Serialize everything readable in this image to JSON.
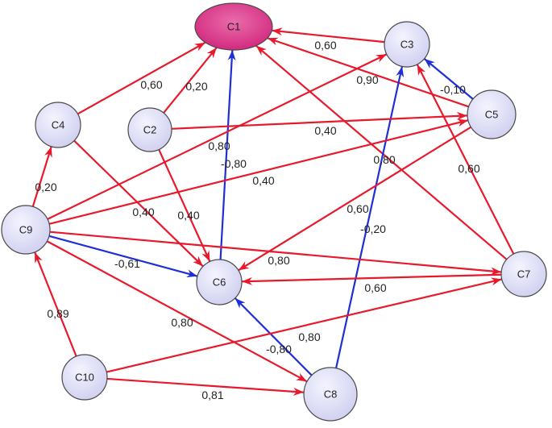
{
  "colors": {
    "positive_edge": "#e8192c",
    "negative_edge": "#1f2fd6",
    "node_fill": "#dcdcf4",
    "node_stroke": "#4a4a4a",
    "highlight_fill": "#e03d8f",
    "highlight_stroke": "#4a4a4a"
  },
  "nodes": [
    {
      "id": "C1",
      "label": "C1",
      "shape": "ellipse",
      "highlight": true
    },
    {
      "id": "C2",
      "label": "C2",
      "shape": "circle"
    },
    {
      "id": "C3",
      "label": "C3",
      "shape": "circle"
    },
    {
      "id": "C4",
      "label": "C4",
      "shape": "circle"
    },
    {
      "id": "C5",
      "label": "C5",
      "shape": "circle"
    },
    {
      "id": "C6",
      "label": "C6",
      "shape": "circle"
    },
    {
      "id": "C7",
      "label": "C7",
      "shape": "circle"
    },
    {
      "id": "C8",
      "label": "C8",
      "shape": "circle"
    },
    {
      "id": "C9",
      "label": "C9",
      "shape": "circle"
    },
    {
      "id": "C10",
      "label": "C10",
      "shape": "circle"
    }
  ],
  "edges": [
    {
      "from": "C4",
      "to": "C1",
      "weight": "0,60",
      "sign": "positive"
    },
    {
      "from": "C2",
      "to": "C1",
      "weight": "0,20",
      "sign": "positive"
    },
    {
      "from": "C6",
      "to": "C1",
      "weight": "-0,80",
      "sign": "negative"
    },
    {
      "from": "C3",
      "to": "C1",
      "weight": "0,60",
      "sign": "positive"
    },
    {
      "from": "C5",
      "to": "C1",
      "weight": "0,90",
      "sign": "positive"
    },
    {
      "from": "C7",
      "to": "C1",
      "weight": "0,80",
      "sign": "positive"
    },
    {
      "from": "C5",
      "to": "C3",
      "weight": "-0,10",
      "sign": "negative"
    },
    {
      "from": "C7",
      "to": "C3",
      "weight": "0,60",
      "sign": "positive"
    },
    {
      "from": "C8",
      "to": "C3",
      "weight": "-0,20",
      "sign": "negative"
    },
    {
      "from": "C9",
      "to": "C3",
      "weight": "0,80",
      "sign": "positive"
    },
    {
      "from": "C2",
      "to": "C5",
      "weight": "0,40",
      "sign": "positive"
    },
    {
      "from": "C9",
      "to": "C5",
      "weight": "0,40",
      "sign": "positive"
    },
    {
      "from": "C9",
      "to": "C4",
      "weight": "0,20",
      "sign": "positive"
    },
    {
      "from": "C4",
      "to": "C6",
      "weight": "0,40",
      "sign": "positive"
    },
    {
      "from": "C2",
      "to": "C6",
      "weight": "0,40",
      "sign": "positive"
    },
    {
      "from": "C5",
      "to": "C6",
      "weight": "0,60",
      "sign": "positive"
    },
    {
      "from": "C9",
      "to": "C6",
      "weight": "-0,61",
      "sign": "negative"
    },
    {
      "from": "C7",
      "to": "C6",
      "weight": "0,80",
      "sign": "positive"
    },
    {
      "from": "C8",
      "to": "C6",
      "weight": "-0,80",
      "sign": "negative"
    },
    {
      "from": "C9",
      "to": "C7",
      "weight": "",
      "sign": "positive"
    },
    {
      "from": "C10",
      "to": "C7",
      "weight": "0,60",
      "sign": "positive"
    },
    {
      "from": "C9",
      "to": "C8",
      "weight": "0,80",
      "sign": "positive"
    },
    {
      "from": "C10",
      "to": "C9",
      "weight": "0,89",
      "sign": "positive"
    },
    {
      "from": "C10",
      "to": "C8",
      "weight": "0,81",
      "sign": "positive"
    }
  ],
  "extra_labels": [
    "0,80"
  ]
}
